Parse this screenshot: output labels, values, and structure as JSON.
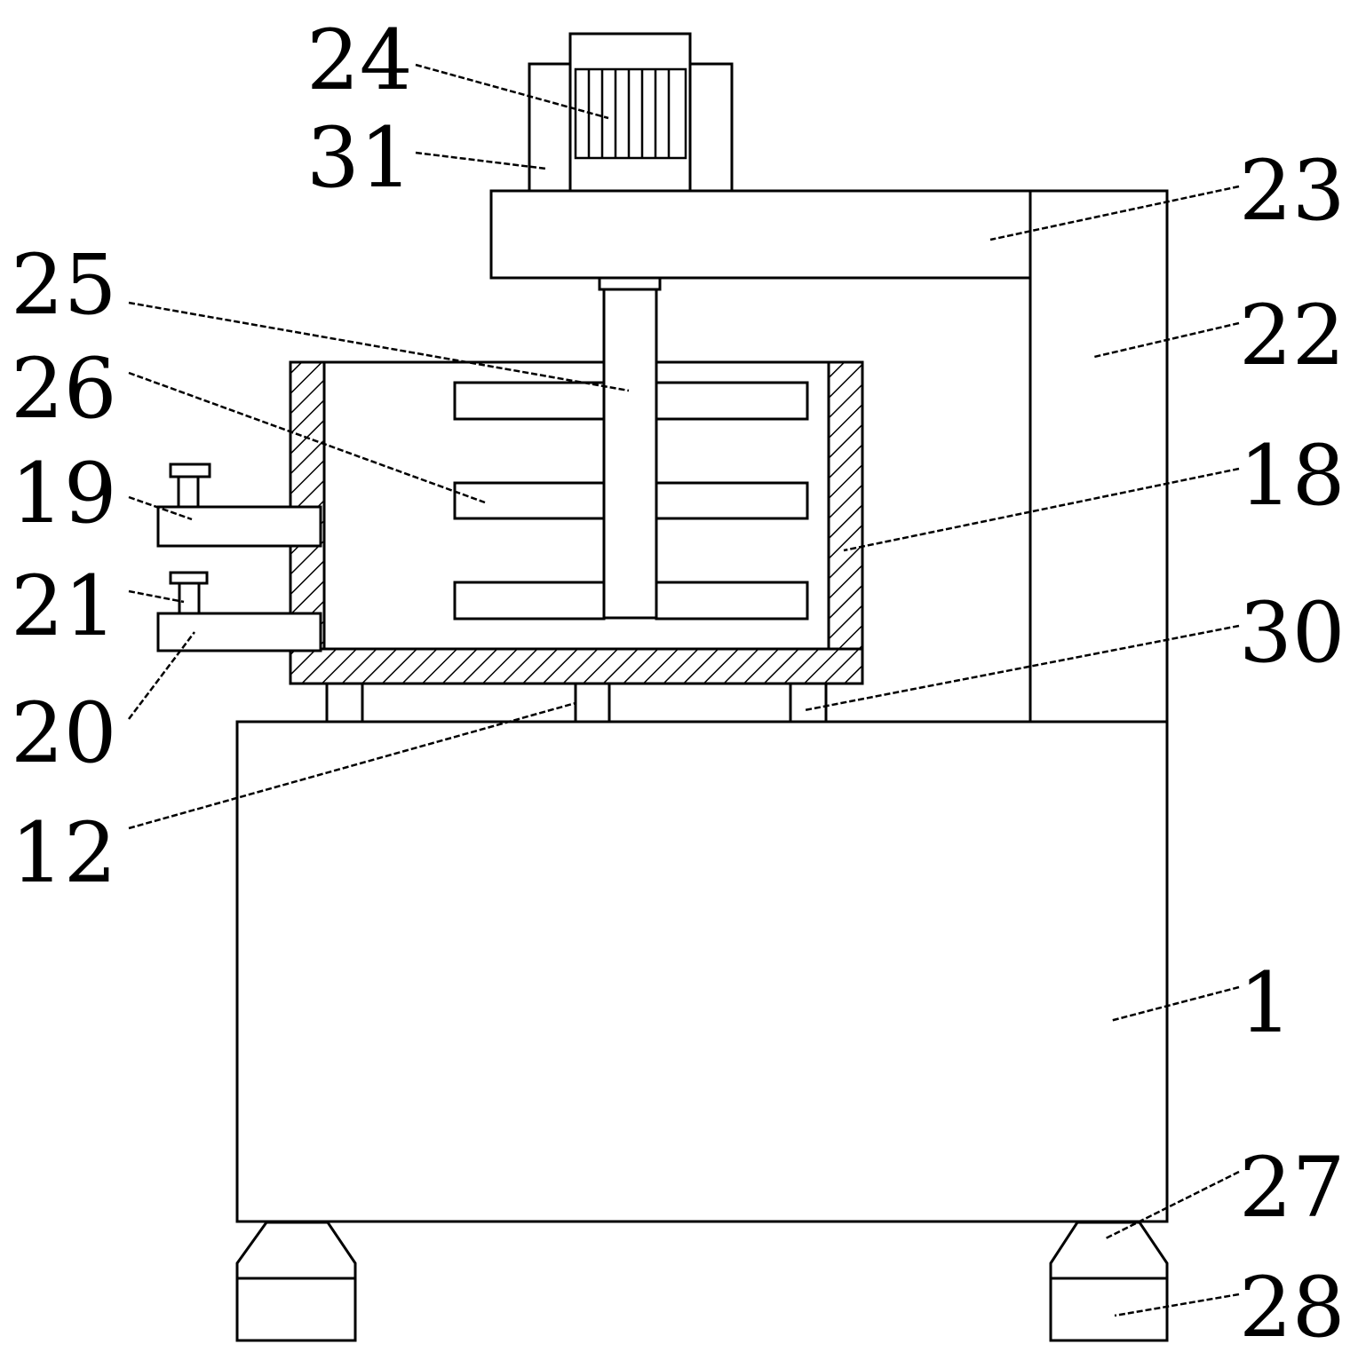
{
  "diagram": {
    "labels": {
      "l1": "1",
      "l12": "12",
      "l18": "18",
      "l19": "19",
      "l20": "20",
      "l21": "21",
      "l22": "22",
      "l23": "23",
      "l24": "24",
      "l25": "25",
      "l26": "26",
      "l27": "27",
      "l28": "28",
      "l30": "30",
      "l31": "31"
    }
  }
}
